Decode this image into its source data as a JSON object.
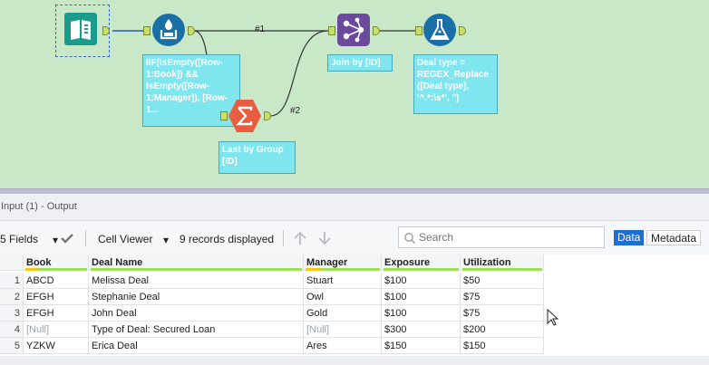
{
  "canvas": {
    "connection_labels": [
      "#1",
      "#2"
    ],
    "annotations": {
      "filter": "IIF(IsEmpty([Row-1:Book]) && IsEmpty([Row-1:Manager]), [Row-1...",
      "summarize": "Last by Group [ID]",
      "join": "Join by  [ID]",
      "formula": "Deal type = REGEX_Replace ([Deal type], '^.*:\\s*', '')"
    },
    "colors": {
      "background": "#c8e8c8",
      "input_tool": "#1a9c8c",
      "multirow_tool": "#1a6fa6",
      "summarize_tool": "#e85c40",
      "join_tool": "#6b4a9e",
      "formula_tool": "#1a6fa6",
      "annotation": "#7fe6ef"
    }
  },
  "results": {
    "title": "Input (1) - Output",
    "toolbar": {
      "fields": "5 Fields",
      "viewer": "Cell Viewer",
      "records": "9 records displayed",
      "search_placeholder": "Search",
      "data_tab": "Data",
      "metadata_tab": "Metadata"
    },
    "columns": [
      "Book",
      "Deal Name",
      "Manager",
      "Exposure",
      "Utilization"
    ],
    "rows": [
      {
        "n": "1",
        "cells": [
          "ABCD",
          "Melissa Deal",
          "Stuart",
          "$100",
          "$50"
        ]
      },
      {
        "n": "2",
        "cells": [
          "EFGH",
          "Stephanie Deal",
          "Owl",
          "$100",
          "$75"
        ]
      },
      {
        "n": "3",
        "cells": [
          "EFGH",
          "John Deal",
          "Gold",
          "$100",
          "$75"
        ]
      },
      {
        "n": "4",
        "cells": [
          "[Null]",
          "Type of Deal: Secured Loan",
          "[Null]",
          "$300",
          "$200"
        ]
      },
      {
        "n": "5",
        "cells": [
          "YZKW",
          "Erica Deal",
          "Ares",
          "$150",
          "$150"
        ]
      }
    ]
  }
}
